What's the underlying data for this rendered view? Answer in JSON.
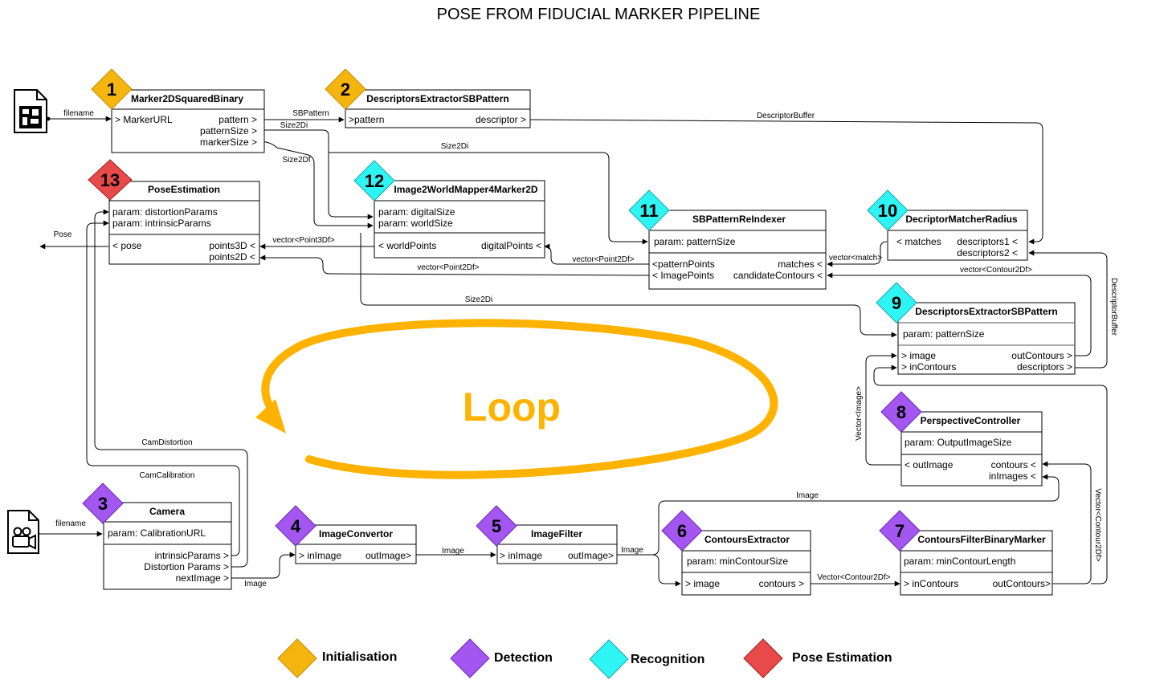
{
  "title": "POSE FROM FIDUCIAL MARKER PIPELINE",
  "loop_label": "Loop",
  "colors": {
    "initialisation": "#F5B50F",
    "detection": "#A356F0",
    "recognition": "#2EF4F4",
    "pose_estimation": "#E84A4A",
    "loop": "#FFB300"
  },
  "legend": [
    {
      "label": "Initialisation",
      "color": "#F5B50F"
    },
    {
      "label": "Detection",
      "color": "#A356F0"
    },
    {
      "label": "Recognition",
      "color": "#2EF4F4"
    },
    {
      "label": "Pose Estimation",
      "color": "#E84A4A"
    }
  ],
  "inputs": {
    "marker_file_label": "filename",
    "camera_file_label": "filename",
    "pose_output_label": "Pose"
  },
  "nodes": {
    "n1": {
      "num": "1",
      "title": "Marker2DSquaredBinary",
      "rows": [
        "> MarkerURL",
        "pattern >",
        "patternSize >",
        "markerSize >"
      ]
    },
    "n2": {
      "num": "2",
      "title": "DescriptorsExtractorSBPattern",
      "rows": [
        ">pattern",
        "descriptor >"
      ]
    },
    "n3": {
      "num": "3",
      "title": "Camera",
      "rows": [
        "param: CalibrationURL",
        "intrinsicParams >",
        "Distortion Params >",
        "nextImage >"
      ]
    },
    "n4": {
      "num": "4",
      "title": "ImageConvertor",
      "rows": [
        "> inImage",
        "outImage>"
      ]
    },
    "n5": {
      "num": "5",
      "title": "ImageFilter",
      "rows": [
        "> inImage",
        "outImage>"
      ]
    },
    "n6": {
      "num": "6",
      "title": "ContoursExtractor",
      "rows": [
        "param: minContourSize",
        "> image",
        "contours >"
      ]
    },
    "n7": {
      "num": "7",
      "title": "ContoursFilterBinaryMarker",
      "rows": [
        "param: minContourLength",
        "> inContours",
        "outContours>"
      ]
    },
    "n8": {
      "num": "8",
      "title": "PerspectiveController",
      "rows": [
        "param: OutputImageSize",
        "< outImage",
        "contours <",
        "inImages <"
      ]
    },
    "n9": {
      "num": "9",
      "title": "DescriptorsExtractorSBPattern",
      "rows": [
        "param: patternSize",
        "> image",
        "outContours >",
        "> inContours",
        "descriptors >"
      ]
    },
    "n10": {
      "num": "10",
      "title": "DecriptorMatcherRadius",
      "rows": [
        "< matches",
        "descriptors1 <",
        "descriptors2 <"
      ]
    },
    "n11": {
      "num": "11",
      "title": "SBPatternReIndexer",
      "rows": [
        "param: patternSize",
        "<patternPoints",
        "matches <",
        "< ImagePoints",
        "candidateContours <"
      ]
    },
    "n12": {
      "num": "12",
      "title": "Image2WorldMapper4Marker2D",
      "rows": [
        "param: digitalSize",
        "param: worldSize",
        "< worldPoints",
        "digitalPoints <"
      ]
    },
    "n13": {
      "num": "13",
      "title": "PoseEstimation",
      "rows": [
        "param: distortionParams",
        "param: intrinsicParams",
        "< pose",
        "points3D <",
        "points2D <"
      ]
    }
  },
  "edges": [
    "SBPattern",
    "Size2Di",
    "Size2Df",
    "DescriptorBuffer",
    "Size2Di",
    "vector<Point3Df>",
    "vector<Point2Df>",
    "vector<Point2Df>",
    "Size2Di",
    "vector<match>",
    "vector<Contour2Df>",
    "DescriptorBuffer",
    "CamDistortion",
    "CamCalibration",
    "Image",
    "Image",
    "Image",
    "Image",
    "Vector<Contour2Df>",
    "Vector<Contour2Df>",
    "Vector<Image>"
  ]
}
